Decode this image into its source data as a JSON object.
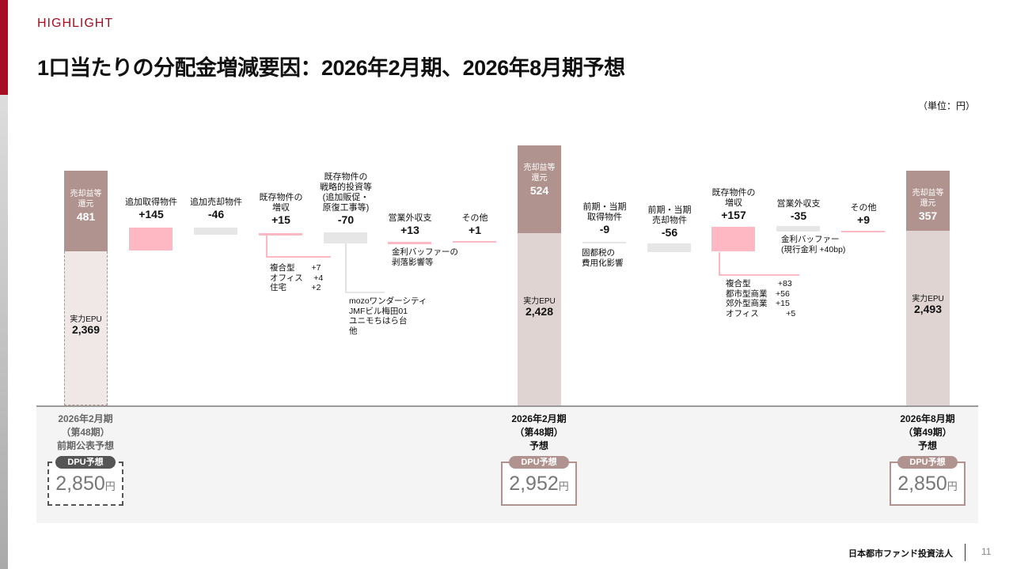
{
  "header": {
    "section": "HIGHLIGHT",
    "title": "1口当たりの分配金増減要因：2026年2月期、2026年8月期予想",
    "unit": "（単位：円）"
  },
  "chart_data": {
    "type": "waterfall",
    "pillars": [
      {
        "period": "2026年2月期",
        "term": "（第48期）",
        "label": "前期公表予想",
        "sale_label": "売却益等\n還元",
        "sale": 481,
        "epu_label": "実力EPU",
        "epu": 2369,
        "epu_text": "2,369",
        "sale_text": "481",
        "dpu_label": "DPU予想",
        "dpu": 2850,
        "dpu_text": "2,850",
        "yen": "円"
      },
      {
        "period": "2026年2月期",
        "term": "（第48期）",
        "label": "予想",
        "sale_label": "売却益等\n還元",
        "sale": 524,
        "epu_label": "実力EPU",
        "epu": 2428,
        "epu_text": "2,428",
        "sale_text": "524",
        "dpu_label": "DPU予想",
        "dpu": 2952,
        "dpu_text": "2,952",
        "yen": "円"
      },
      {
        "period": "2026年8月期",
        "term": "（第49期）",
        "label": "予想",
        "sale_label": "売却益等\n還元",
        "sale": 357,
        "epu_label": "実力EPU",
        "epu": 2493,
        "epu_text": "2,493",
        "sale_text": "357",
        "dpu_label": "DPU予想",
        "dpu": 2850,
        "dpu_text": "2,850",
        "yen": "円"
      }
    ],
    "steps": [
      {
        "label": "追加取得物件",
        "value": 145,
        "text": "+145"
      },
      {
        "label": "追加売却物件",
        "value": -46,
        "text": "-46"
      },
      {
        "label": "既存物件の\n増収",
        "value": 15,
        "text": "+15",
        "note": "複合型　　+7\nオフィス　 +4\n住宅　　　+2"
      },
      {
        "label": "既存物件の\n戦略的投資等\n(追加販促・\n原復工事等)",
        "value": -70,
        "text": "-70",
        "note": "mozoワンダーシティ\nJMFビル梅田01\nユニモちはら台\n他"
      },
      {
        "label": "営業外収支",
        "value": 13,
        "text": "+13",
        "note": "金利バッファーの\n剥落影響等"
      },
      {
        "label": "その他",
        "value": 1,
        "text": "+1"
      },
      {
        "label": "前期・当期\n取得物件",
        "value": -9,
        "text": "-9",
        "note": "固都税の\n費用化影響"
      },
      {
        "label": "前期・当期\n売却物件",
        "value": -56,
        "text": "-56"
      },
      {
        "label": "既存物件の\n増収",
        "value": 157,
        "text": "+157",
        "note": "複合型　　　 +83\n都市型商業　+56\n郊外型商業　+15\nオフィス　　　 +5"
      },
      {
        "label": "営業外収支",
        "value": -35,
        "text": "-35",
        "note": "金利バッファー\n(現行金利 +40bp)"
      },
      {
        "label": "その他",
        "value": 9,
        "text": "+9"
      }
    ],
    "colors": {
      "sale": "#b0938e",
      "epu": "#e0d4d2",
      "positive": "#fdb8c3",
      "negative": "#e6e6e6",
      "accent": "#a50f22"
    }
  },
  "footer": {
    "company": "日本都市ファンド投資法人",
    "page": "11"
  }
}
